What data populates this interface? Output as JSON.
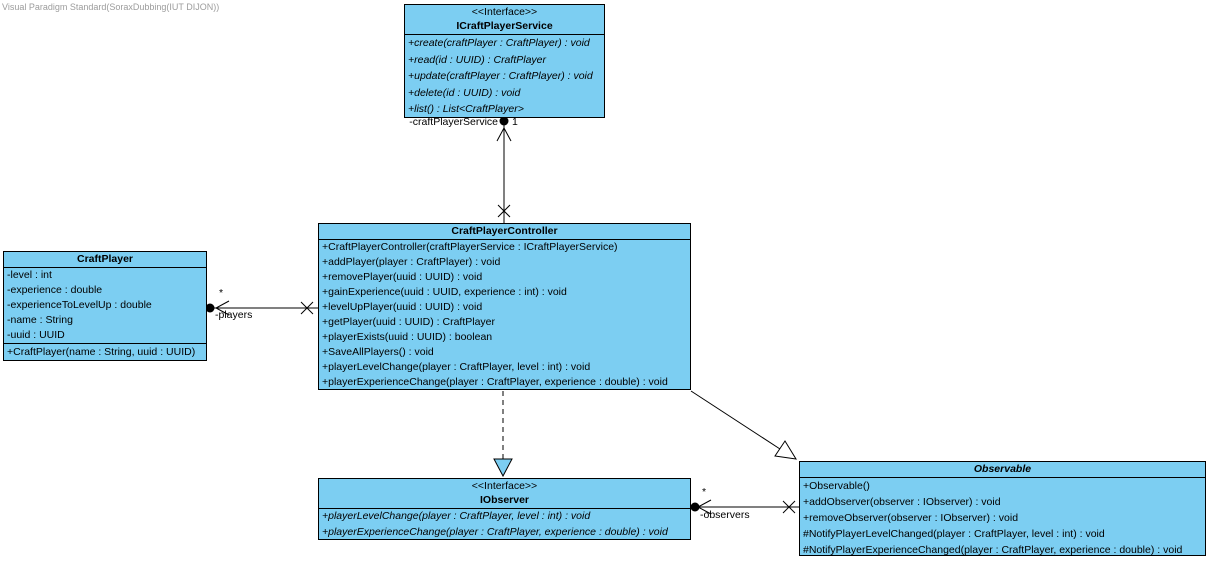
{
  "watermark": "Visual Paradigm Standard(SoraxDubbing(IUT DIJON))",
  "colors": {
    "class_fill": "#7CCEF2",
    "border": "#000000",
    "background": "#FFFFFF",
    "watermark_text": "#9C9C9C"
  },
  "classes": {
    "service": {
      "stereotype": "<<Interface>>",
      "name": "ICraftPlayerService",
      "operations": [
        "+create(craftPlayer : CraftPlayer) : void",
        "+read(id : UUID) : CraftPlayer",
        "+update(craftPlayer : CraftPlayer) : void",
        "+delete(id : UUID) : void",
        "+list() : List<CraftPlayer>"
      ]
    },
    "controller": {
      "name": "CraftPlayerController",
      "operations": [
        "+CraftPlayerController(craftPlayerService : ICraftPlayerService)",
        "+addPlayer(player : CraftPlayer) : void",
        "+removePlayer(uuid : UUID) : void",
        "+gainExperience(uuid : UUID, experience : int) : void",
        "+levelUpPlayer(uuid : UUID) : void",
        "+getPlayer(uuid : UUID) : CraftPlayer",
        "+playerExists(uuid : UUID) : boolean",
        "+SaveAllPlayers() : void",
        "+playerLevelChange(player : CraftPlayer, level : int) : void",
        "+playerExperienceChange(player : CraftPlayer, experience : double) : void"
      ]
    },
    "craftplayer": {
      "name": "CraftPlayer",
      "attributes": [
        "-level : int",
        "-experience : double",
        "-experienceToLevelUp : double",
        "-name : String",
        "-uuid : UUID"
      ],
      "operations": [
        "+CraftPlayer(name : String, uuid : UUID)"
      ]
    },
    "iobserver": {
      "stereotype": "<<Interface>>",
      "name": "IObserver",
      "operations": [
        "+playerLevelChange(player : CraftPlayer, level : int) : void",
        "+playerExperienceChange(player : CraftPlayer, experience : double) : void"
      ]
    },
    "observable": {
      "name": "Observable",
      "operations": [
        "+Observable()",
        "+addObserver(observer : IObserver) : void",
        "+removeObserver(observer : IObserver) : void",
        "#NotifyPlayerLevelChanged(player : CraftPlayer, level : int) : void",
        "#NotifyPlayerExperienceChanged(player : CraftPlayer, experience : double) : void"
      ]
    }
  },
  "associations": {
    "craftPlayerService": {
      "role": "-craftPlayerService",
      "multiplicity": "1"
    },
    "players": {
      "role": "-players",
      "multiplicity": "*"
    },
    "observers": {
      "role": "-observers",
      "multiplicity": "*"
    }
  }
}
